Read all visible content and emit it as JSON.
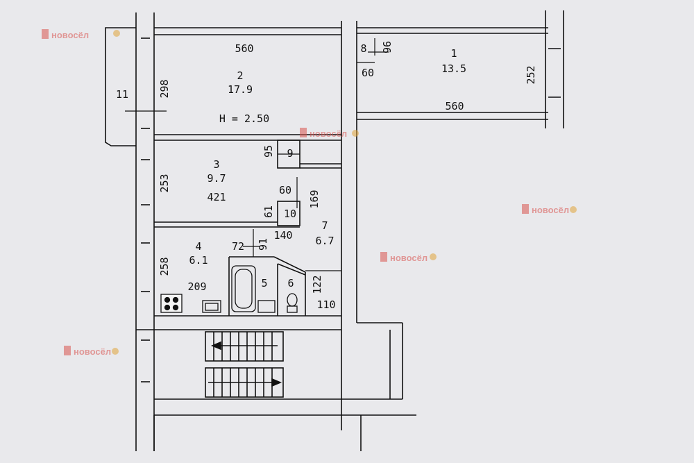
{
  "plan": {
    "ceiling_height": "H = 2.50",
    "rooms": [
      {
        "number": "1",
        "area": "13.5"
      },
      {
        "number": "2",
        "area": "17.9"
      },
      {
        "number": "3",
        "area": "9.7"
      },
      {
        "number": "4",
        "area": "6.1"
      },
      {
        "number": "5"
      },
      {
        "number": "6"
      },
      {
        "number": "7",
        "area": "6.7"
      },
      {
        "number": "8"
      },
      {
        "number": "9"
      },
      {
        "number": "10"
      },
      {
        "number": "11"
      }
    ],
    "dimensions": {
      "d560_top": "560",
      "d560_right": "560",
      "d298": "298",
      "d252": "252",
      "d253": "253",
      "d258": "258",
      "d96": "96",
      "d60_top": "60",
      "d95": "95",
      "d60_mid": "60",
      "d169": "169",
      "d61": "61",
      "d421": "421",
      "d72": "72",
      "d91": "91",
      "d140": "140",
      "d209": "209",
      "d122": "122",
      "d110": "110"
    }
  },
  "watermark": {
    "brand": "новосёл",
    "colors": {
      "red": "#d9534f",
      "gold": "#e0a43a"
    }
  }
}
